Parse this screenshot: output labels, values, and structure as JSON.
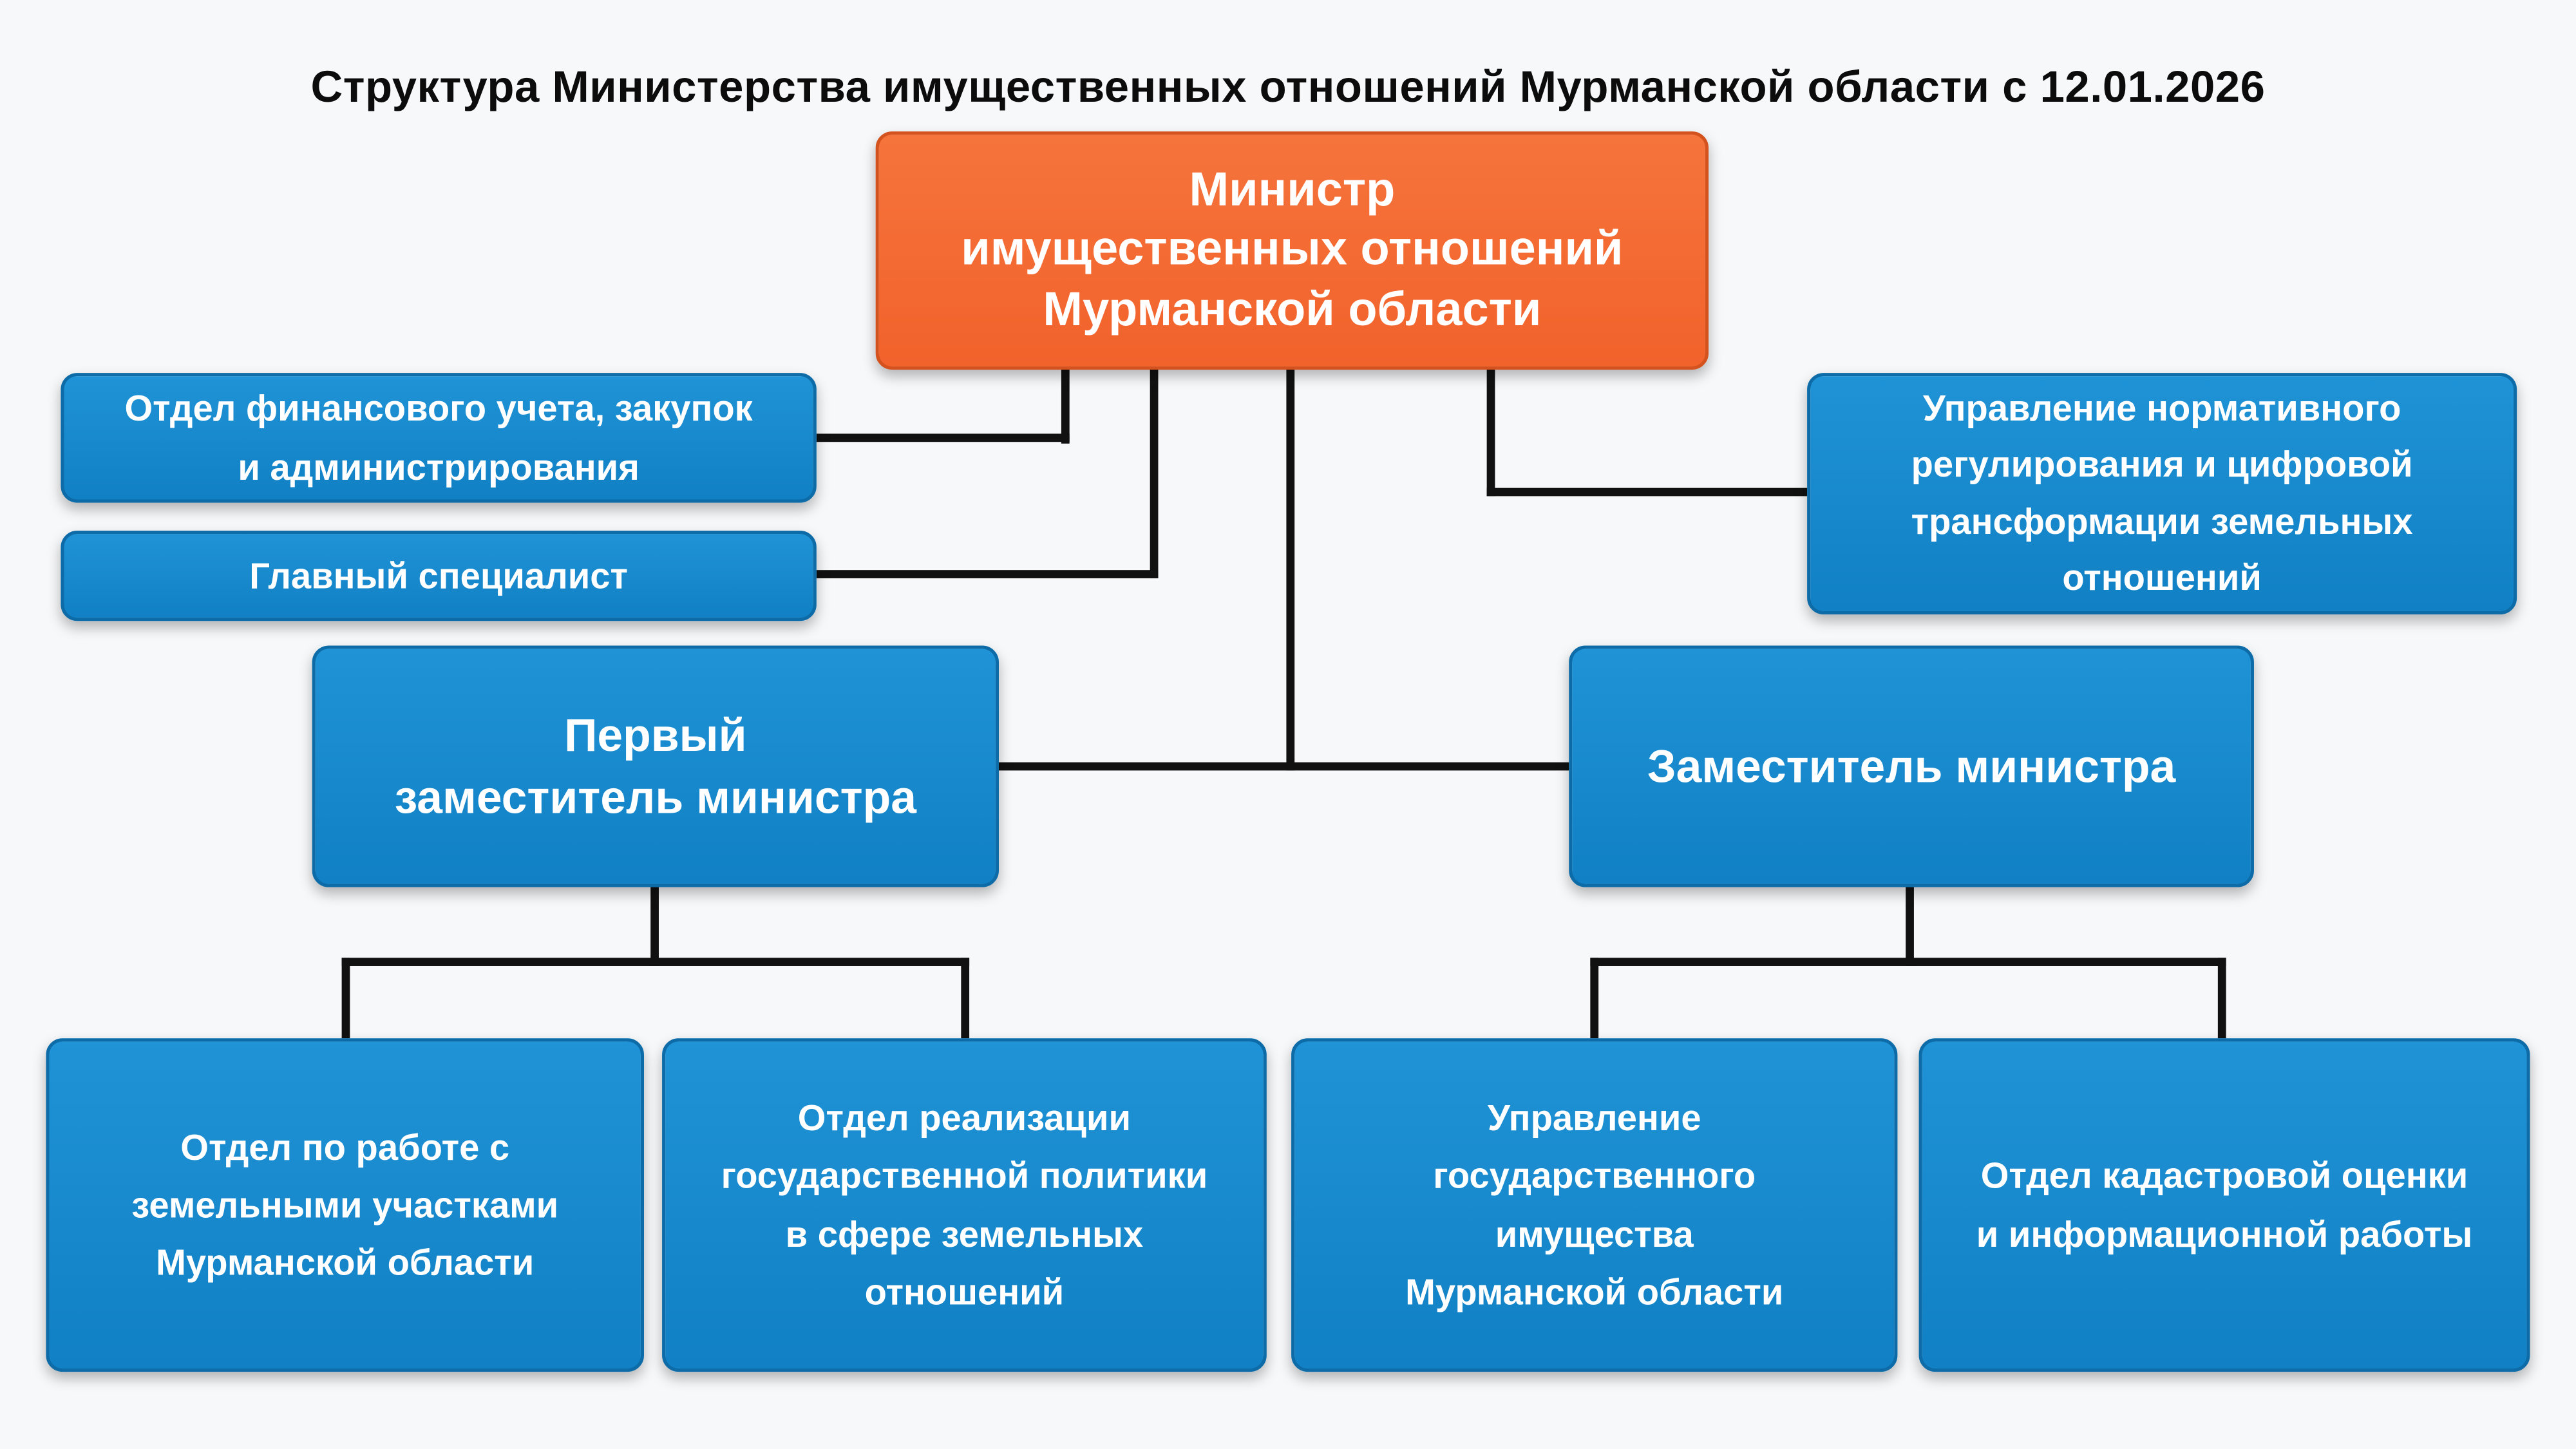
{
  "title": "Структура Министерства имущественных отношений Мурманской области с 12.01.2026",
  "colors": {
    "orange": "#f2622b",
    "blue": "#1180c4",
    "line": "#111111",
    "background": "#f7f8fa"
  },
  "nodes": {
    "minister": {
      "label": "Министр\nимущественных отношений\nМурманской области"
    },
    "finance": {
      "label": "Отдел финансового учета, закупок\nи администрирования"
    },
    "chief_specialist": {
      "label": "Главный специалист"
    },
    "normative": {
      "label": "Управление нормативного\nрегулирования и цифровой\nтрансформации земельных\nотношений"
    },
    "first_deputy": {
      "label": "Первый\nзаместитель министра"
    },
    "deputy": {
      "label": "Заместитель министра"
    },
    "land_plots": {
      "label": "Отдел  по работе с\nземельными участками\nМурманской области"
    },
    "state_policy": {
      "label": "Отдел реализации\nгосударственной политики\nв сфере земельных\nотношений"
    },
    "state_property": {
      "label": "Управление\nгосударственного\nимущества\nМурманской области"
    },
    "cadastral": {
      "label": "Отдел кадастровой оценки\nи информационной работы"
    }
  }
}
